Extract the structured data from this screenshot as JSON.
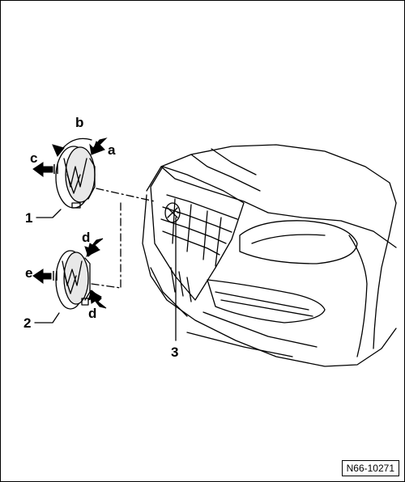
{
  "diagram": {
    "callouts": {
      "part_1": "1",
      "part_2": "2",
      "part_3": "3",
      "dir_a": "a",
      "dir_b": "b",
      "dir_c": "c",
      "dir_d_top": "d",
      "dir_d_bottom": "d",
      "dir_e": "e"
    },
    "reference_code": "N66-10271"
  },
  "colors": {
    "line": "#000000",
    "fill": "#ffffff",
    "shade": "#cfcfcf"
  }
}
